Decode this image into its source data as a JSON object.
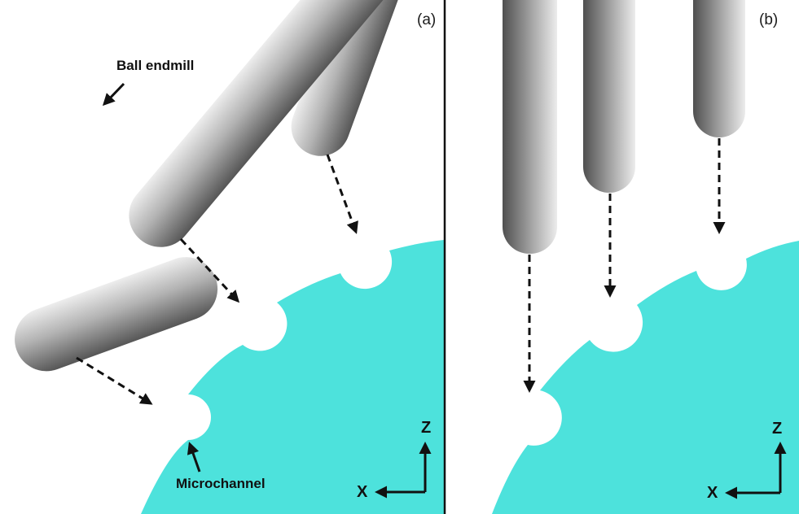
{
  "panels": {
    "a": {
      "label": "(a)"
    },
    "b": {
      "label": "(b)"
    }
  },
  "annotations": {
    "tool": "Ball endmill",
    "channel": "Microchannel"
  },
  "axes": {
    "vertical": "Z",
    "horizontal": "X"
  },
  "colors": {
    "workpiece": "#4de2dc",
    "tool_light": "#e2e2e2",
    "tool_dark": "#555555",
    "path": "#111111"
  }
}
